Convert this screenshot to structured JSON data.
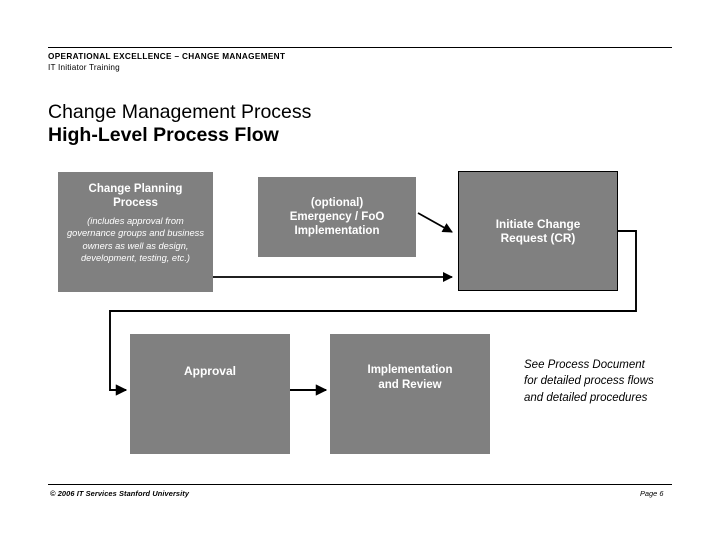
{
  "header": {
    "line1": "OPERATIONAL EXCELLENCE – CHANGE MANAGEMENT",
    "line2": "IT Initiator Training"
  },
  "title": {
    "line1": "Change Management Process",
    "line2": "High-Level Process Flow"
  },
  "diagram": {
    "boxes": [
      {
        "id": "change-planning",
        "title": "Change Planning\nProcess",
        "note": "(includes approval from governance groups and business owners as well as design, development, testing, etc.)"
      },
      {
        "id": "emergency",
        "title": "(optional)\nEmergency / FoO\nImplementation"
      },
      {
        "id": "initiate-change-request",
        "title": "Initiate Change\nRequest (CR)"
      },
      {
        "id": "approval",
        "title": "Approval"
      },
      {
        "id": "implementation-and-review",
        "title": "Implementation\nand Review"
      }
    ],
    "side_note": "See Process Document for detailed process flows and detailed procedures",
    "fill_color": "#808080",
    "line_color": "#000000",
    "text_color": "#ffffff"
  },
  "footer": {
    "copyright": "© 2006 IT Services Stanford University",
    "page": "Page 6"
  }
}
